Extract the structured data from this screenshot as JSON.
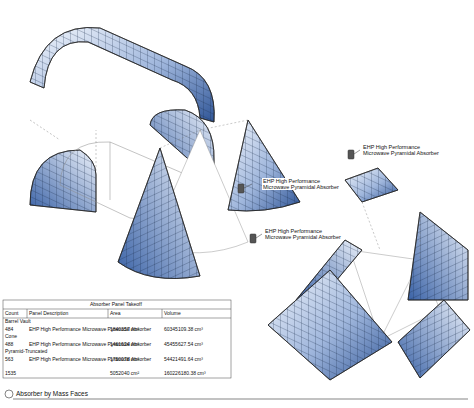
{
  "diagram": {
    "caption": "Absorber by Mass Faces",
    "labels": [
      "EHP High Performance Microwave Pyramidal Absorber",
      "EHP High Performance Microwave Pyramidal Absorber",
      "EHP High Performance Microwave Pyramidal Absorber",
      "Absorber Panel Takeoff",
      "Count",
      "Panel Description",
      "Area",
      "Volume",
      "Barrel Vault",
      "484",
      "EHP High Performance Microwave Pyramidal Absorber",
      "1840357 cm²",
      "60345109.38 cm³",
      "Cone",
      "488",
      "EHP High Performance Microwave Pyramidal Absorber",
      "1461624 cm²",
      "45455627.54 cm³",
      "Pyramid-Truncated",
      "563",
      "EHP High Performance Microwave Pyramidal Absorber",
      "1750078 cm²",
      "54421491.64 cm³",
      "1535",
      "5052040 cm²",
      "160226180.38 cm³"
    ]
  }
}
